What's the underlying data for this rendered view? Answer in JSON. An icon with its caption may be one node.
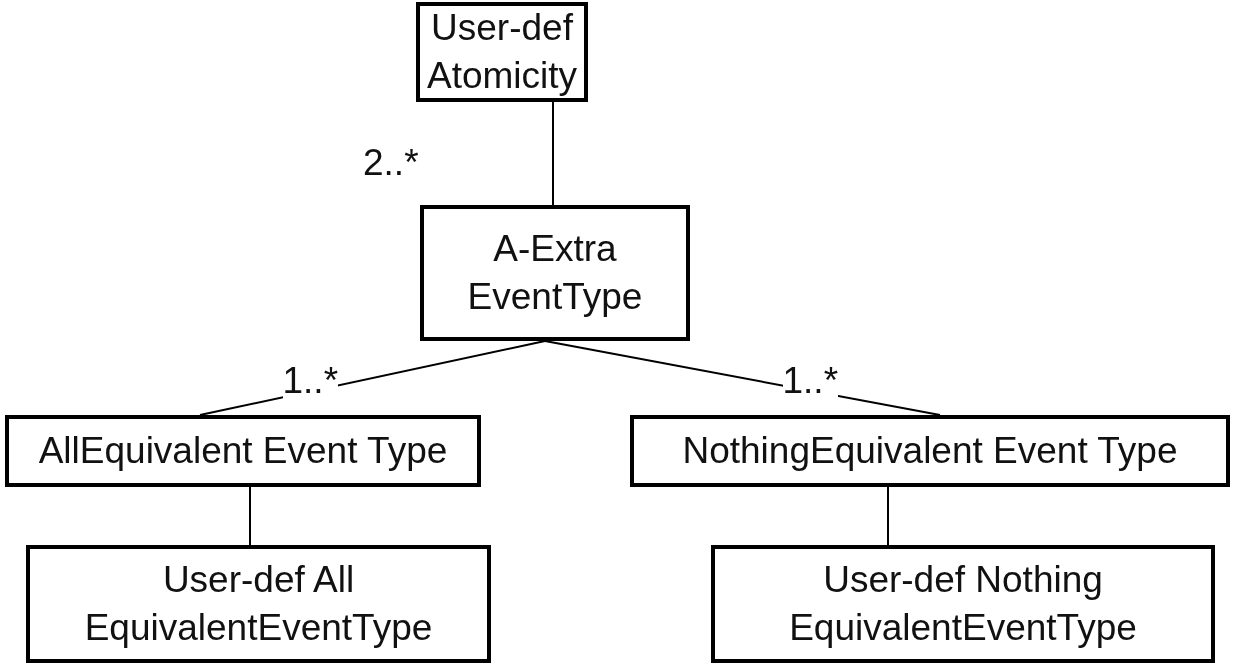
{
  "diagram": {
    "nodes": [
      {
        "text": [
          "User-def Atomicity"
        ]
      },
      {
        "text": [
          "A-Extra EventType"
        ]
      },
      {
        "text": [
          "AllEquivalent Event Type"
        ]
      },
      {
        "text": [
          "NothingEquivalent Event Type"
        ]
      },
      {
        "text": [
          "User-def All EquivalentEventType"
        ]
      },
      {
        "text": [
          "User-def Nothing EquivalentEventType"
        ]
      }
    ],
    "edges": [
      {
        "from": 0,
        "to": 1,
        "arrow": "none",
        "label": "2..*"
      },
      {
        "from": 1,
        "to": 2,
        "arrow": "none",
        "label": "1..*"
      },
      {
        "from": 1,
        "to": 3,
        "arrow": "none",
        "label": "1..*"
      },
      {
        "from": 2,
        "to": 4,
        "arrow": "none"
      },
      {
        "from": 3,
        "to": 5,
        "arrow": "none"
      }
    ]
  }
}
